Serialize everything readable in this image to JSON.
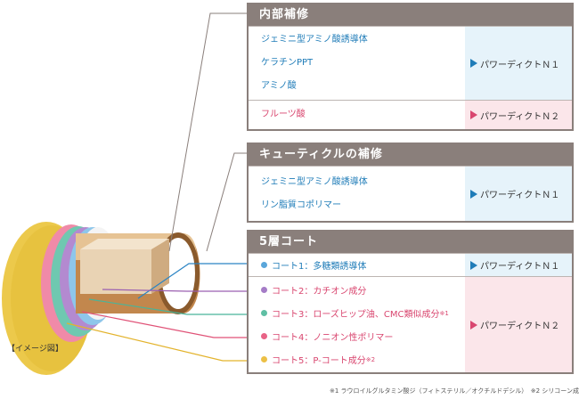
{
  "panels": {
    "inner": {
      "title": "内部補修",
      "group1": {
        "items": [
          "ジェミニ型アミノ酸誘導体",
          "ケラチンPPT",
          "アミノ酸"
        ],
        "product": "パワーディクトＮ１"
      },
      "group2": {
        "items": [
          "フルーツ酸"
        ],
        "product": "パワーディクトＮ２"
      }
    },
    "cuticle": {
      "title": "キューティクルの補修",
      "items": [
        "ジェミニ型アミノ酸誘導体",
        "リン脂質コポリマー"
      ],
      "product": "パワーディクトＮ１"
    },
    "coat": {
      "title": "5層コート",
      "coat1": {
        "label": "コート1：多糖類誘導体",
        "product": "パワーディクトＮ１"
      },
      "others": {
        "coat2": "コート2：カチオン成分",
        "coat3": "コート3：ローズヒップ油、CMC類似成分",
        "coat3_mark": "※1",
        "coat4": "コート4：ノニオン性ポリマー",
        "coat5": "コート5：P-コート成分",
        "coat5_mark": "※2",
        "product": "パワーディクトＮ２"
      }
    }
  },
  "image_note": "【イメージ図】",
  "footnote": "※1 ラウロイルグルタミン酸ジ（フィトステリル／オクチルドデシル）　※2 シリコーン成分",
  "colors": {
    "panel_border": "#8a7f7b",
    "blue": "#1f7cb8",
    "pink": "#d9466f",
    "purple": "#9b5fb0",
    "teal": "#49b49a",
    "yellow": "#e3b32c",
    "light_blue_bg": "#e6f3fa",
    "light_pink_bg": "#fbe6ea"
  }
}
